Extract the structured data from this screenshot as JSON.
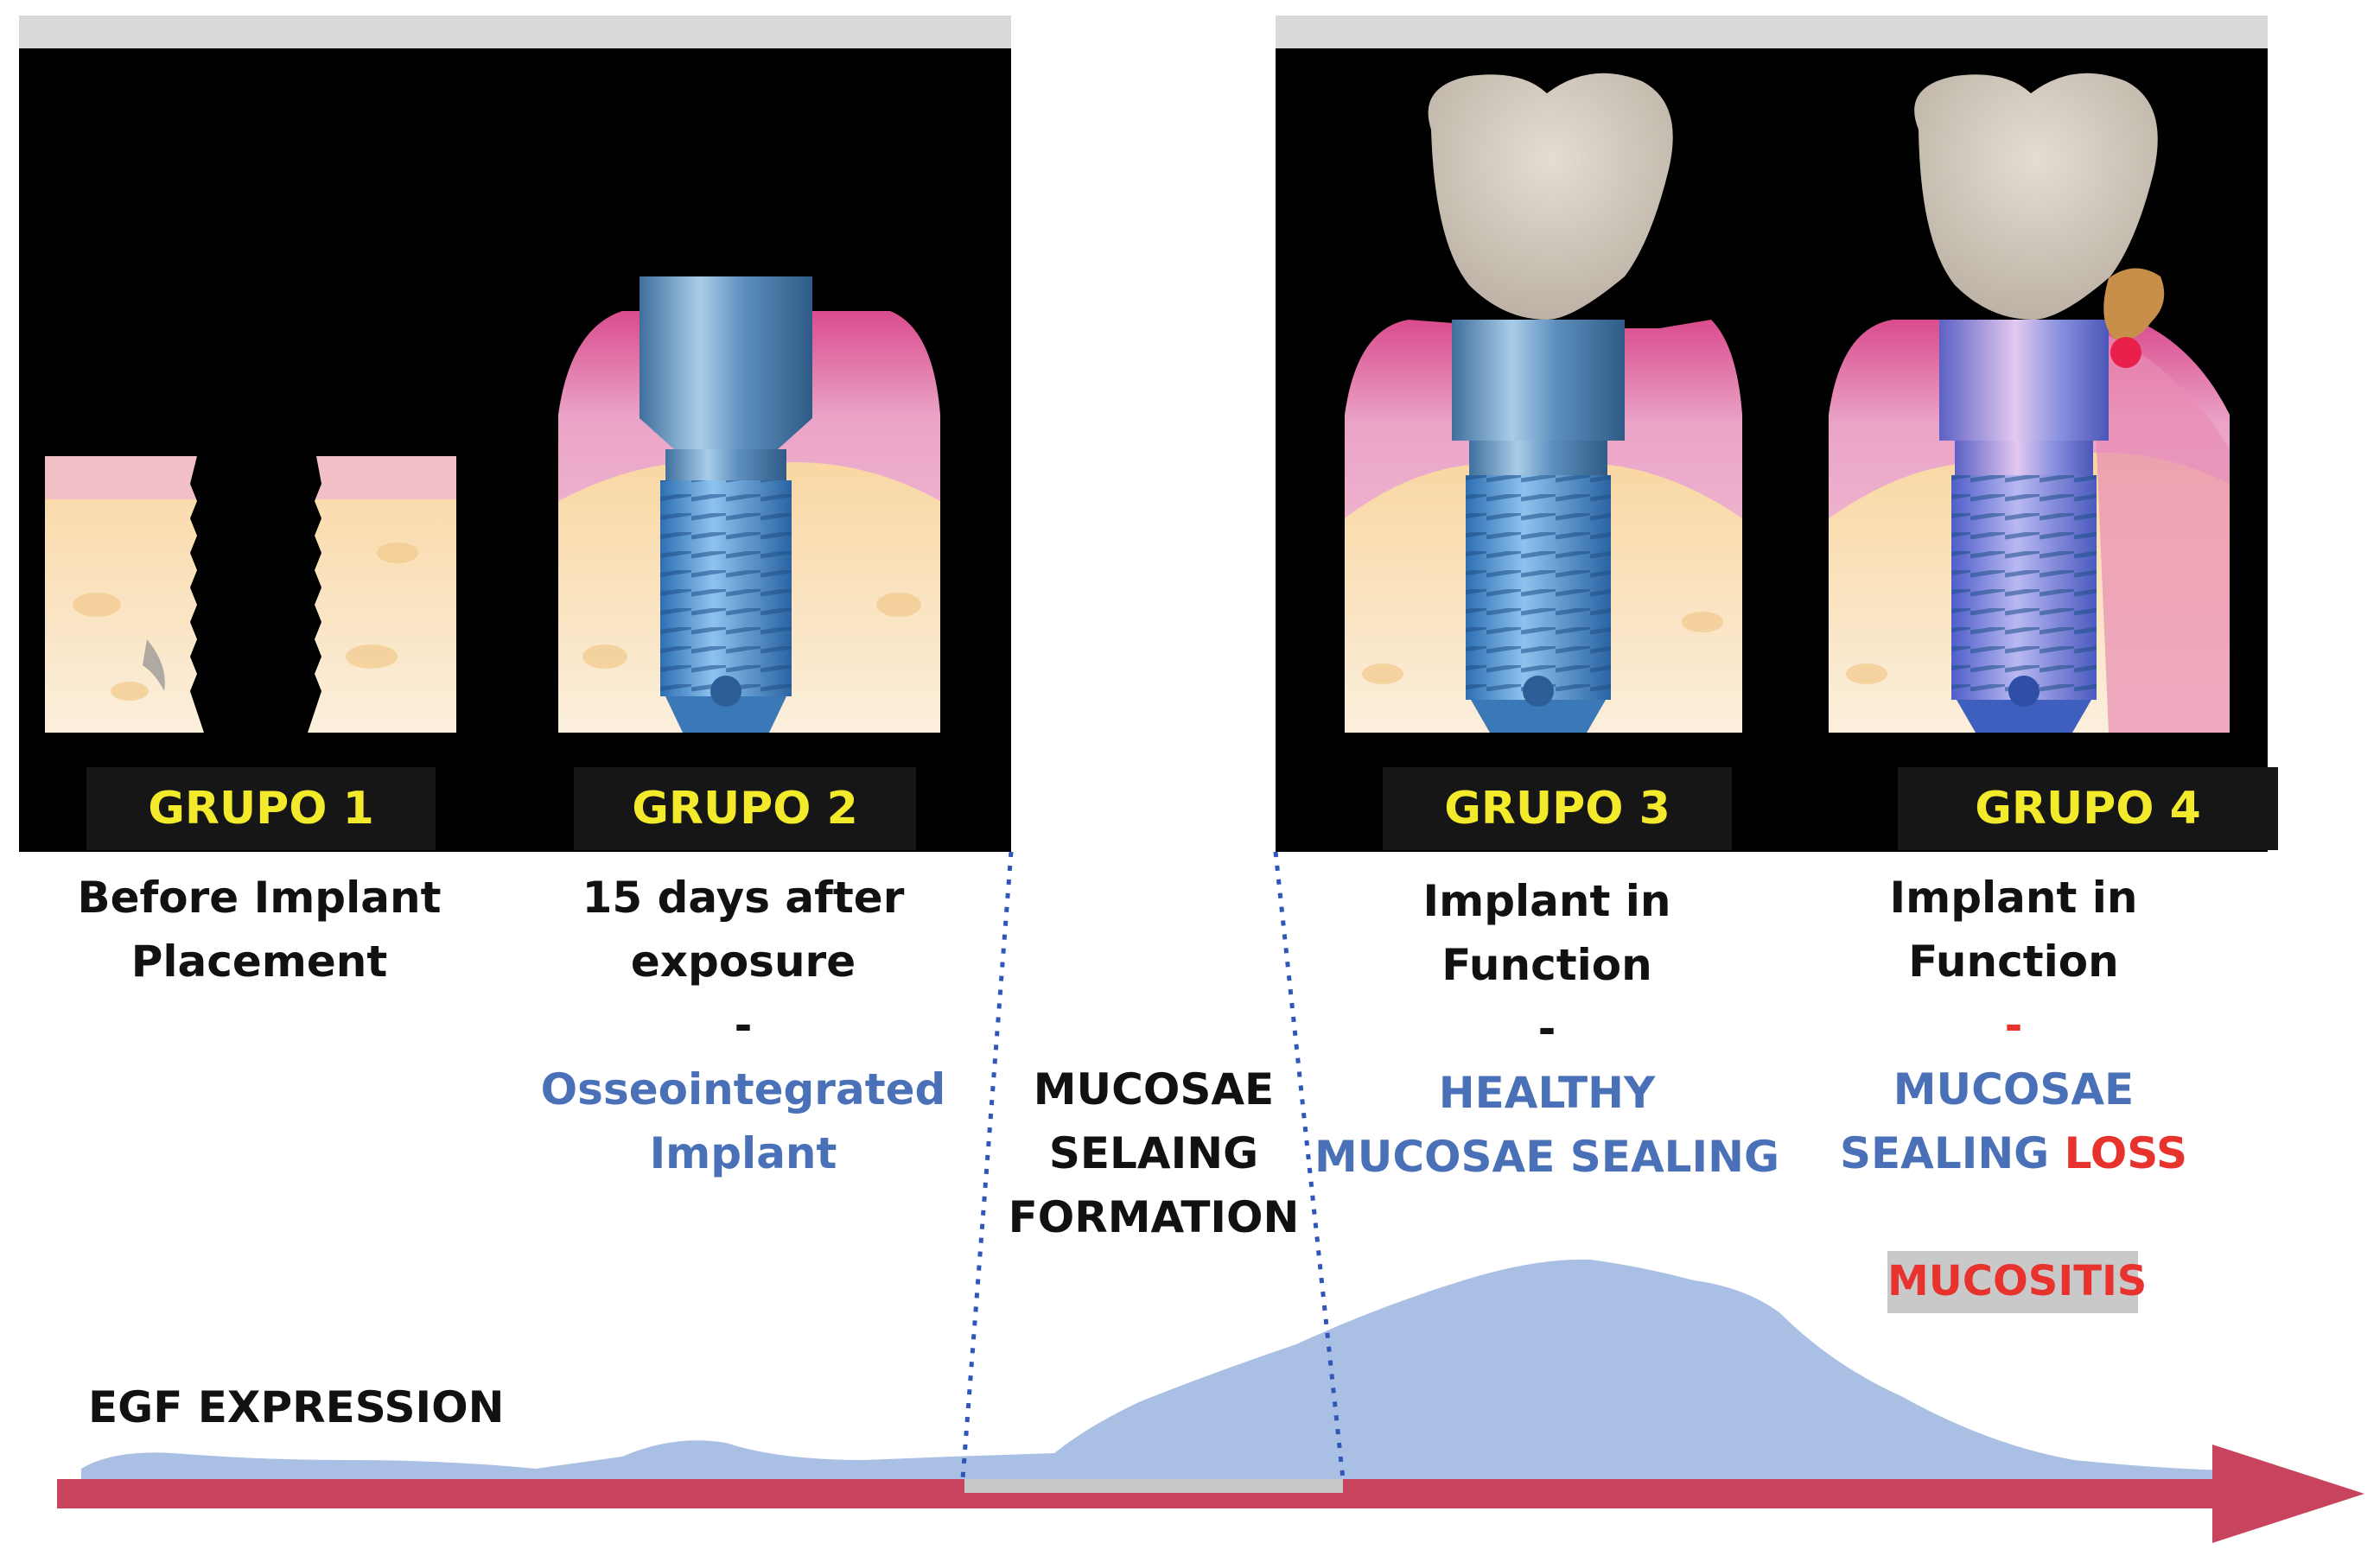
{
  "groups": [
    {
      "label": "GRUPO 1",
      "caption_lines": [
        "Before Implant",
        "Placement"
      ]
    },
    {
      "label": "GRUPO 2",
      "caption_lines": [
        "15 days after",
        "exposure"
      ],
      "dash": "-",
      "status_lines": [
        "Osseointegrated",
        "Implant"
      ]
    },
    {
      "label": "GRUPO 3",
      "caption_lines": [
        "Implant in",
        "Function"
      ],
      "dash": "-",
      "status_lines": [
        "HEALTHY",
        "MUCOSAE SEALING"
      ]
    },
    {
      "label": "GRUPO 4",
      "caption_lines": [
        "Implant in",
        "Function"
      ],
      "dash": "-",
      "status_line_1": "MUCOSAE",
      "status_line_2_a": "SEALING",
      "status_line_2_b": "LOSS",
      "badge": "MUCOSITIS"
    }
  ],
  "formation": {
    "lines": [
      "MUCOSAE",
      "SELAING",
      "FORMATION"
    ]
  },
  "egf": {
    "label": "EGF EXPRESSION"
  },
  "colors": {
    "panel": "#000000",
    "panel_top_bar": "#d9d9d9",
    "group_label_text": "#f2ea2a",
    "status_blue": "#4a70b8",
    "status_red": "#e8322e",
    "egf_fill": "#a9bfe4",
    "arrow": "#c8435e",
    "window_bar": "#c8c8c8",
    "dotted": "#2e57b8",
    "badge_bg": "#c9c9c9"
  },
  "icons": [
    "implant-icon",
    "crown-icon",
    "gum-tissue-icon",
    "bone-icon",
    "timeline-arrow-icon"
  ]
}
